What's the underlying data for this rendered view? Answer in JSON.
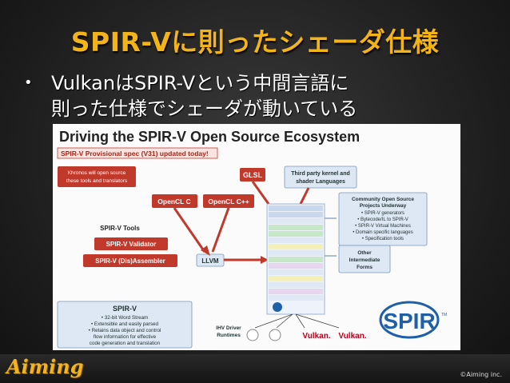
{
  "slide": {
    "title": "SPIR-Vに則ったシェーダ仕様",
    "bullet_lines": [
      "VulkanはSPIR-Vという中間言語に",
      "則った仕様でシェーダが動いている"
    ]
  },
  "figure": {
    "heading": "Driving the SPIR-V Open Source Ecosystem",
    "subheading": "SPIR-V Provisional spec (V31) updated today!",
    "khronos_note": "Khronos will open source these tools and translators",
    "glsl": "GLSL",
    "third_party": "Third party kernel and shader Languages",
    "opencl_c": "OpenCL C",
    "opencl_cpp": "OpenCL C++",
    "tools_label": "SPIR-V Tools",
    "validator": "SPIR-V Validator",
    "disassembler": "SPIR-V (Dis)Assembler",
    "llvm": "LLVM",
    "community_title": "Community Open Source Projects Underway",
    "community_items": [
      "SPIR-V generators",
      "Bytecode/IL to SPIR-V",
      "SPIR-V Virtual Machines",
      "Domain specific languages",
      "Specification tools"
    ],
    "other_forms": "Other Intermediate Forms",
    "spirv_box_title": "SPIR-V",
    "spirv_box_items": [
      "32-bit Word Stream",
      "Extensible and easily parsed",
      "Retains data object and control flow information for effective code generation and translation"
    ],
    "ihv": "IHV Driver Runtimes",
    "vulkan": "Vulkan.",
    "spir_logo": "SPIR",
    "tm": "TM"
  },
  "footer": {
    "logo": "Aiming",
    "copyright": "©Aiming inc."
  },
  "colors": {
    "accent": "#f2b418",
    "red": "#c0392b",
    "blue_box": "#dde8f4"
  }
}
